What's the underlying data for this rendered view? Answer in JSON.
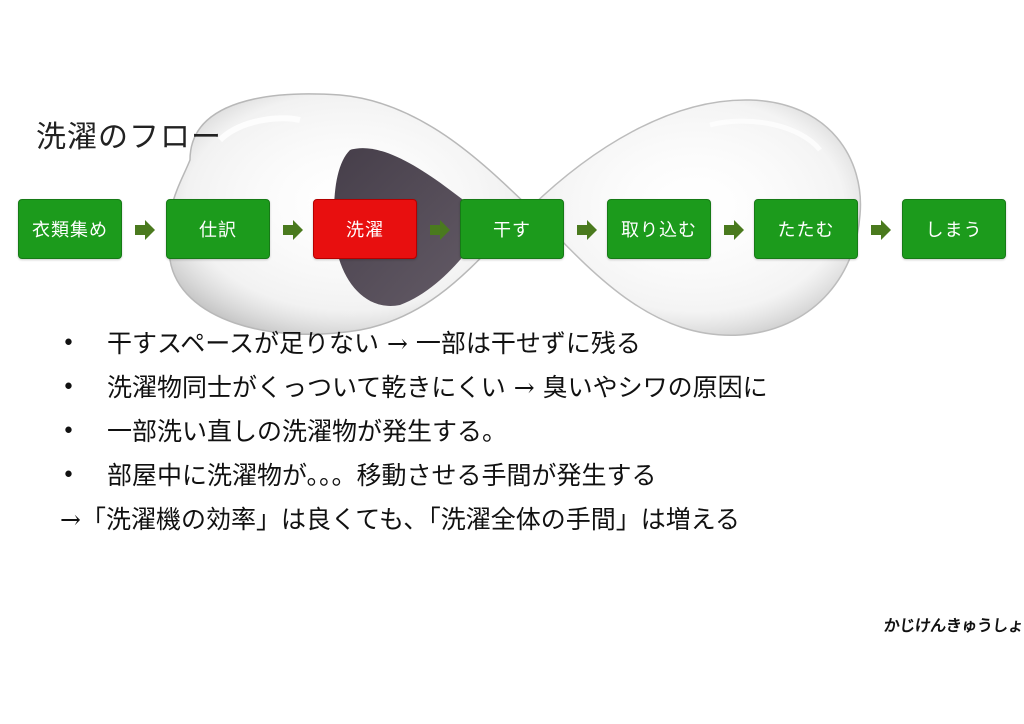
{
  "slide": {
    "title": "洗濯のフロー",
    "logo_text": "かじけんきゅうしょ"
  },
  "flow": {
    "steps": [
      {
        "label": "衣類集め",
        "status": "normal",
        "color": "#1c9b1c"
      },
      {
        "label": "仕訳",
        "status": "normal",
        "color": "#1c9b1c"
      },
      {
        "label": "洗濯",
        "status": "highlight",
        "color": "#e80f0f"
      },
      {
        "label": "干す",
        "status": "normal",
        "color": "#1c9b1c"
      },
      {
        "label": "取り込む",
        "status": "normal",
        "color": "#1c9b1c"
      },
      {
        "label": "たたむ",
        "status": "normal",
        "color": "#1c9b1c"
      },
      {
        "label": "しまう",
        "status": "normal",
        "color": "#1c9b1c"
      }
    ],
    "arrow_color": "#4a7a1e"
  },
  "bullets": {
    "marker": "•",
    "items": [
      "干すスペースが足りない → 一部は干せずに残る",
      "洗濯物同士がくっついて乾きにくい → 臭いやシワの原因に",
      "一部洗い直しの洗濯物が発生する。",
      "部屋中に洗濯物が。。。移動させる手間が発生する"
    ]
  },
  "conclusion": "→「洗濯機の効率」は良くても、「洗濯全体の手間」は増える"
}
